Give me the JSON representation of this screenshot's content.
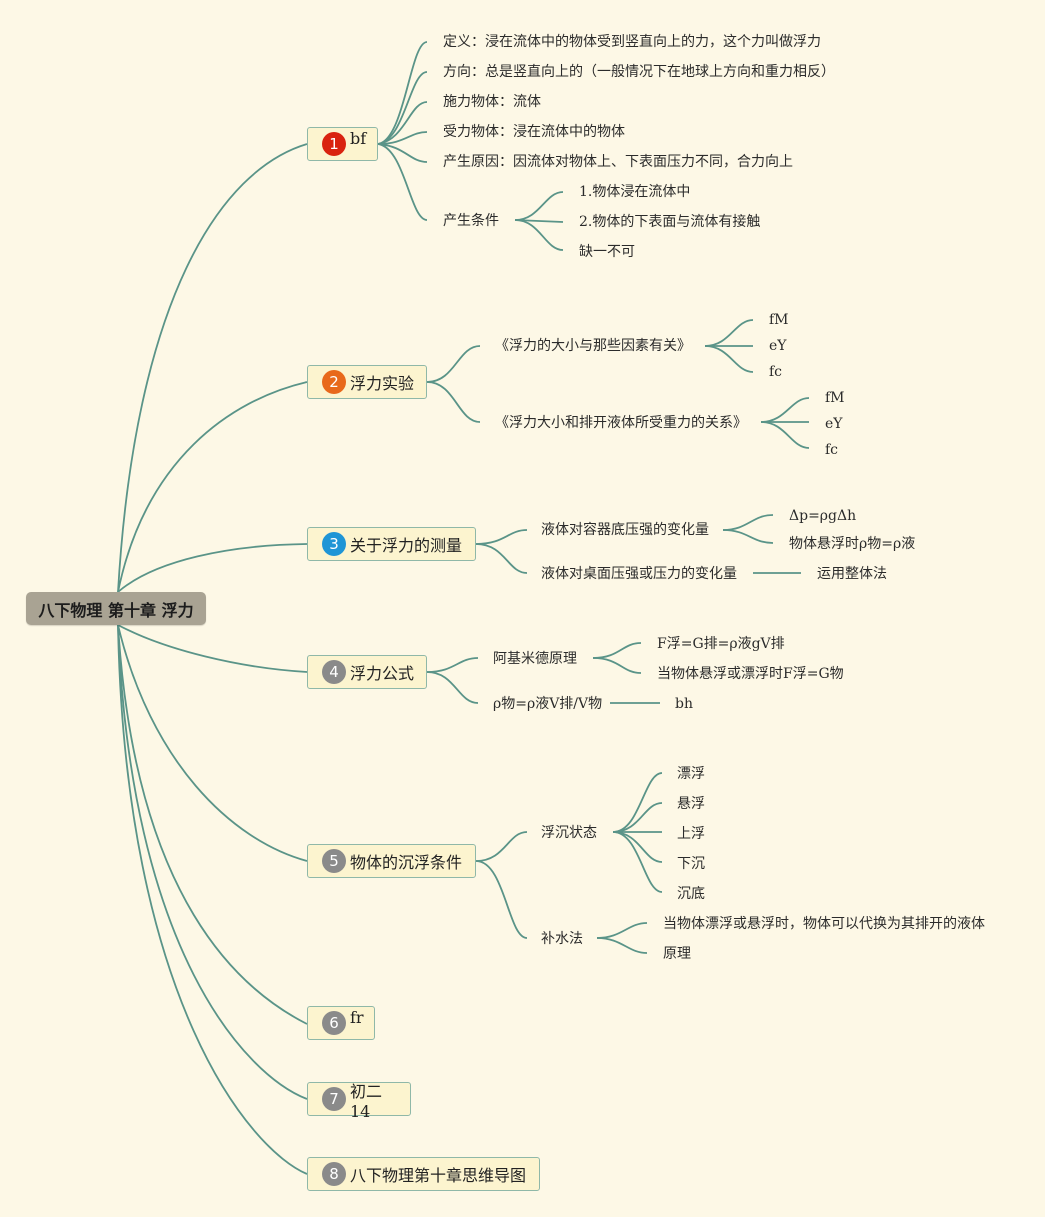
{
  "root": {
    "label": "八下物理 第十章 浮力"
  },
  "topics": [
    {
      "num": "1",
      "label": "bf",
      "badge_color": "#d9230f"
    },
    {
      "num": "2",
      "label": "浮力实验",
      "badge_color": "#e8691b"
    },
    {
      "num": "3",
      "label": "关于浮力的测量",
      "badge_color": "#1f95d6"
    },
    {
      "num": "4",
      "label": "浮力公式",
      "badge_color": "#8a8a8a"
    },
    {
      "num": "5",
      "label": "物体的沉浮条件",
      "badge_color": "#8a8a8a"
    },
    {
      "num": "6",
      "label": "fr",
      "badge_color": "#8a8a8a"
    },
    {
      "num": "7",
      "label": "初二14",
      "badge_color": "#8a8a8a"
    },
    {
      "num": "8",
      "label": "八下物理第十章思维导图",
      "badge_color": "#8a8a8a"
    }
  ],
  "t1": {
    "definition": "定义：浸在流体中的物体受到竖直向上的力，这个力叫做浮力",
    "direction": "方向：总是竖直向上的（一般情况下在地球上方向和重力相反）",
    "applier": "施力物体：流体",
    "receiver": "受力物体：浸在流体中的物体",
    "cause": "产生原因：因流体对物体上、下表面压力不同，合力向上",
    "condition": "产生条件",
    "conditions": [
      "1.物体浸在流体中",
      "2.物体的下表面与流体有接触",
      "缺一不可"
    ]
  },
  "t2": {
    "exp1": "《浮力的大小与那些因素有关》",
    "exp1_items": [
      "fM",
      "eY",
      "fc"
    ],
    "exp2": "《浮力大小和排开液体所受重力的关系》",
    "exp2_items": [
      "fM",
      "eY",
      "fc"
    ]
  },
  "t3": {
    "a": "液体对容器底压强的变化量",
    "a_items": [
      "Δp=ρgΔh",
      "物体悬浮时ρ物=ρ液"
    ],
    "b": "液体对桌面压强或压力的变化量",
    "b_item": "运用整体法"
  },
  "t4": {
    "a": "阿基米德原理",
    "a_items": [
      "F浮=G排=ρ液gV排",
      "当物体悬浮或漂浮时F浮=G物"
    ],
    "b": "ρ物=ρ液V排/V物",
    "b_item": "bh"
  },
  "t5": {
    "a": "浮沉状态",
    "a_items": [
      "漂浮",
      "悬浮",
      "上浮",
      "下沉",
      "沉底"
    ],
    "b": "补水法",
    "b_items": [
      "当物体漂浮或悬浮时，物体可以代换为其排开的液体",
      "原理"
    ]
  }
}
